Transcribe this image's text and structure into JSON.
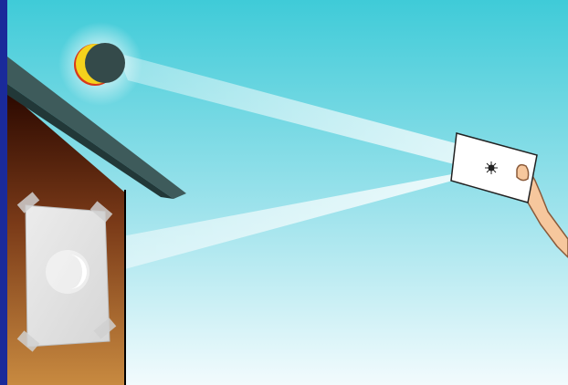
{
  "scene": {
    "kind": "solar-eclipse-pinhole-projection",
    "elements": [
      "eclipsed-sun",
      "sun-glow",
      "house-roof",
      "house-wall",
      "projection-screen",
      "pinhole-card",
      "hand",
      "incoming-light-beam",
      "projected-light-beam",
      "crescent-image"
    ]
  },
  "colors": {
    "border": "#1a2a9a",
    "sky_top": "#3fcbd8",
    "sky_bottom": "#f2fbfd",
    "moon": "#344a4a",
    "sun_rim": "#f5d21c",
    "sun_rim_red": "#d83a1a",
    "roof": "#3e5b5b",
    "wall_top": "#2a0800",
    "wall_bottom": "#c88a40",
    "screen": "#e3e3e3",
    "tape": "#d5d5d5",
    "card": "#ffffff",
    "skin": "#f6c79d",
    "skin_outline": "#8a5a3a"
  }
}
